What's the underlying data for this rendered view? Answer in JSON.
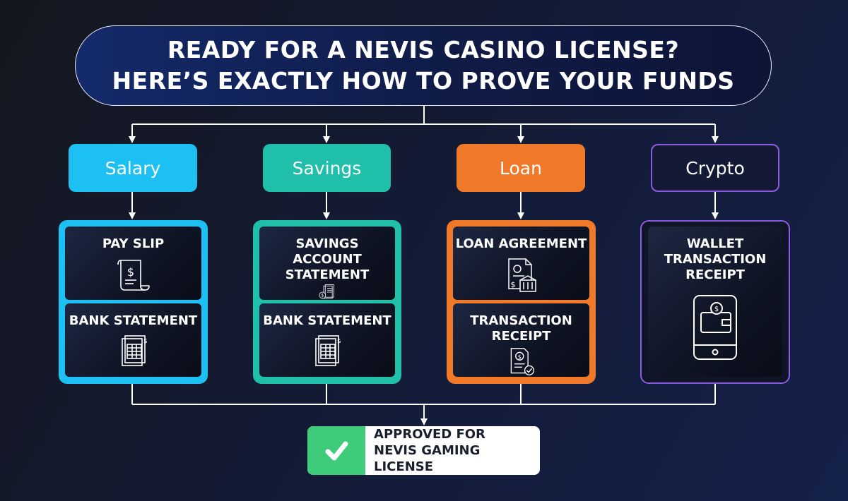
{
  "title": {
    "line1": "READY FOR A NEVIS CASINO LICENSE?",
    "line2": "HERE’S EXACTLY HOW TO PROVE YOUR FUNDS"
  },
  "colors": {
    "salary": "#1cc0f3",
    "savings": "#1fbfa9",
    "loan": "#f07a2a",
    "crypto": "#8c5ce0",
    "approved_check": "#3ecc7b"
  },
  "categories": [
    {
      "label": "Salary",
      "cards": [
        {
          "label": "PAY SLIP",
          "icon": "pay-slip-icon"
        },
        {
          "label": "BANK STATEMENT",
          "icon": "bank-statement-icon"
        }
      ]
    },
    {
      "label": "Savings",
      "cards": [
        {
          "label": "SAVINGS ACCOUNT\nSTATEMENT",
          "icon": "savings-statement-icon"
        },
        {
          "label": "BANK STATEMENT",
          "icon": "bank-statement-icon"
        }
      ]
    },
    {
      "label": "Loan",
      "cards": [
        {
          "label": "LOAN AGREEMENT",
          "icon": "loan-agreement-icon"
        },
        {
          "label": "TRANSACTION\nRECEIPT",
          "icon": "transaction-receipt-icon"
        }
      ]
    },
    {
      "label": "Crypto",
      "cards": [
        {
          "label": "WALLET\nTRANSACTION\nRECEIPT",
          "icon": "wallet-phone-icon"
        }
      ]
    }
  ],
  "approved": {
    "text": "APPROVED FOR\nNEVIS GAMING LICENSE",
    "icon": "checkmark-icon"
  }
}
